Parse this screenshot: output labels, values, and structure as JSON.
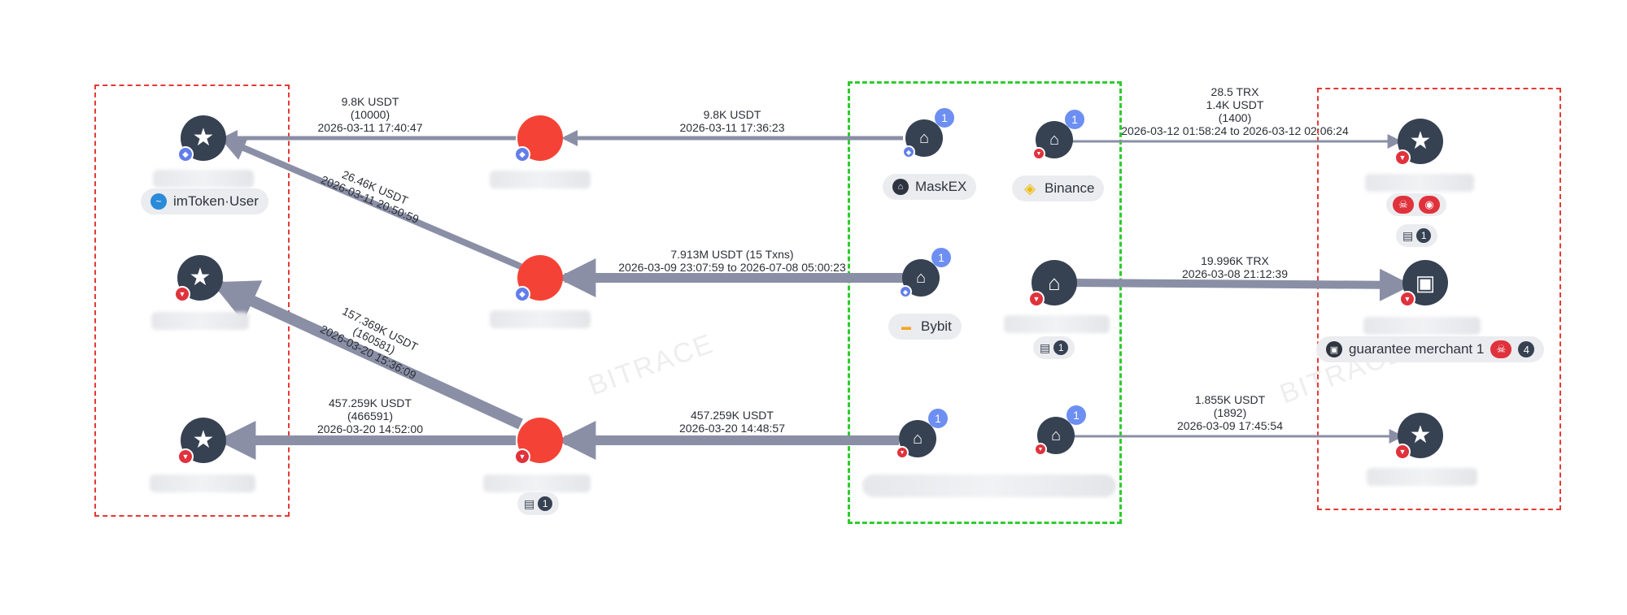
{
  "watermark": "BITRACE",
  "colors": {
    "edge": "#8a8fa6",
    "node_dark": "#364152",
    "node_red": "#f44336",
    "eth_chain": "#627eea",
    "tron_chain": "#e0323c",
    "box_red": "#e53935",
    "box_green": "#2ecc2e"
  },
  "nodes": {
    "src_count": "1",
    "right_src_count": "1",
    "mid_doc_count": "1",
    "exch_doc_count": "1",
    "merchant_doc_count": "1",
    "merchant_risk_count": "4"
  },
  "labels": {
    "imtoken_user": "imToken·User",
    "maskex": "MaskEX",
    "binance": "Binance",
    "bybit": "Bybit",
    "guarantee_merchant": "guarantee merchant 1"
  },
  "edges": [
    {
      "id": "e1",
      "lines": [
        "9.8K USDT",
        "(10000)",
        "2026-03-11 17:40:47"
      ]
    },
    {
      "id": "e2",
      "lines": [
        "9.8K USDT",
        "2026-03-11 17:36:23"
      ]
    },
    {
      "id": "e3",
      "lines": [
        "26.46K USDT",
        "2026-03-11 20:50:59"
      ]
    },
    {
      "id": "e4",
      "lines": [
        "7.913M USDT (15 Txns)",
        "2026-03-09 23:07:59 to 2026-07-08 05:00:23"
      ]
    },
    {
      "id": "e5",
      "lines": [
        "157.369K USDT",
        "(160581)",
        "2026-03-20 15:36:09"
      ]
    },
    {
      "id": "e6",
      "lines": [
        "457.259K USDT",
        "(466591)",
        "2026-03-20 14:52:00"
      ]
    },
    {
      "id": "e7",
      "lines": [
        "457.259K USDT",
        "2026-03-20 14:48:57"
      ]
    },
    {
      "id": "e8",
      "lines": [
        "28.5 TRX",
        "1.4K USDT",
        "(1400)",
        "2026-03-12 01:58:24 to 2026-03-12 02:06:24"
      ]
    },
    {
      "id": "e9",
      "lines": [
        "19.996K TRX",
        "2026-03-08 21:12:39"
      ]
    },
    {
      "id": "e10",
      "lines": [
        "1.855K USDT",
        "(1892)",
        "2026-03-09 17:45:54"
      ]
    }
  ]
}
